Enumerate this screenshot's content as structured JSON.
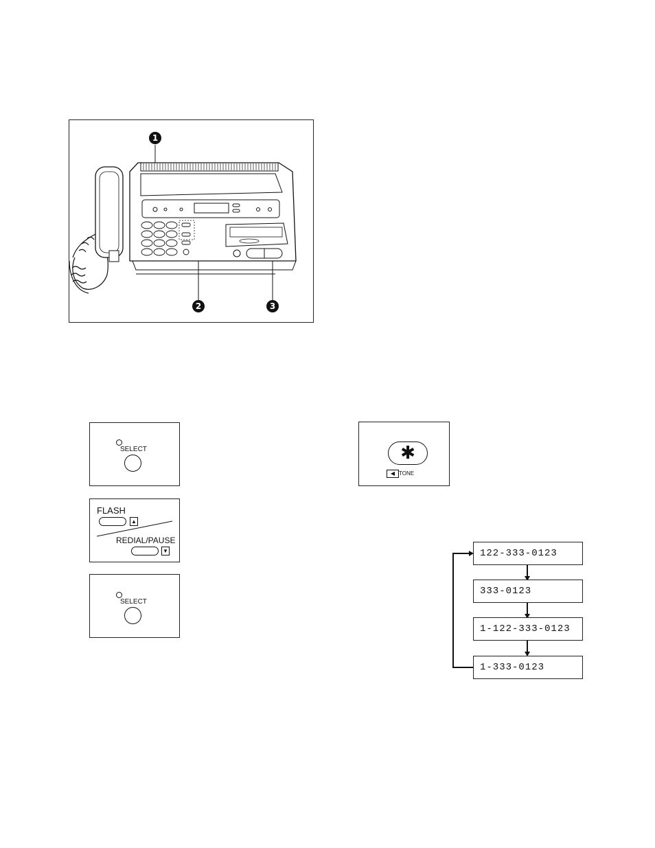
{
  "fax_figure": {
    "callouts": [
      "1",
      "2",
      "3"
    ]
  },
  "select_panel_1": {
    "label": "SELECT"
  },
  "flash_panel": {
    "flash_label": "FLASH",
    "redial_label": "REDIAL/PAUSE"
  },
  "select_panel_2": {
    "label": "SELECT"
  },
  "tone_panel": {
    "key_symbol": "✱",
    "tone_label": "TONE"
  },
  "number_cycle": {
    "entries": [
      "122-333-0123",
      "333-0123",
      "1-122-333-0123",
      "1-333-0123"
    ]
  }
}
